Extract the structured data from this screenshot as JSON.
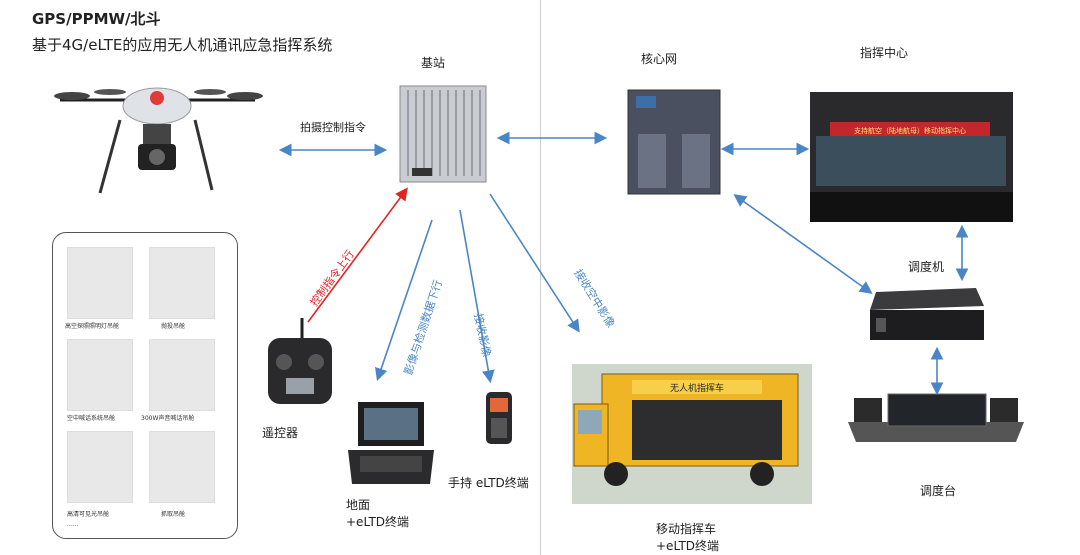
{
  "header": {
    "title": "GPS/PPMW/北斗",
    "subtitle": "基于4G/eLTE的应用无人机通讯应急指挥系统"
  },
  "nodes": {
    "base_station": "基站",
    "core_network": "核心网",
    "command_center": "指挥中心",
    "dispatcher": "调度机",
    "console": "调度台",
    "remote": "遥控器",
    "ground_terminal_line1": "地面",
    "ground_terminal_line2": "+eLTD终端",
    "handheld_terminal": "手持 eLTD终端",
    "vehicle_line1": "移动指挥车",
    "vehicle_line2": "+eLTD终端"
  },
  "links": {
    "shoot_control": "拍摄控制指令",
    "control_uplink": "控制指令上行",
    "video_downlink": "影像与检测数据下行",
    "receive_video": "接收影像",
    "receive_aerial": "接收空中影像"
  },
  "payloads": [
    {
      "label": "高空探照照明灯吊舱"
    },
    {
      "label": "抛投吊舱"
    },
    {
      "label": "空中喊话系统吊舱"
    },
    {
      "label": "300W声音喊话吊舱"
    },
    {
      "label": "高清可见光吊舱"
    },
    {
      "label": "抓取吊舱"
    }
  ],
  "payload_more": "......",
  "command_screen_text": "支持航空（陆地航母）移动指挥中心",
  "vehicle_text": "无人机指挥车",
  "colors": {
    "arrow_blue": "#4a86c5",
    "arrow_red": "#e02424"
  }
}
